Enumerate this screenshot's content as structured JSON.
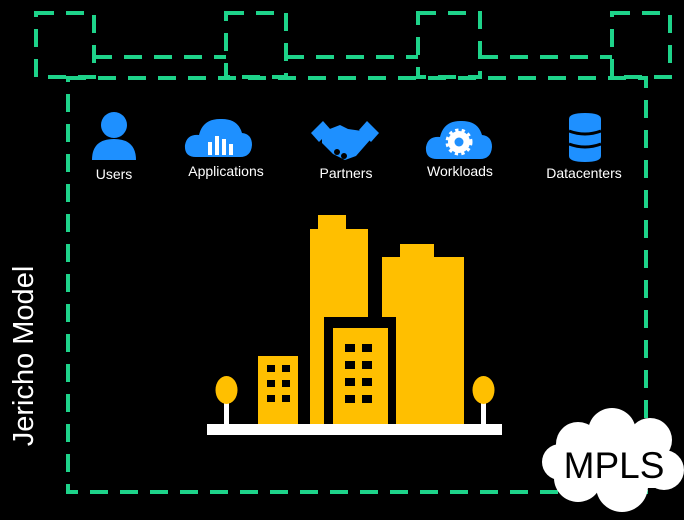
{
  "title": "Jericho Model",
  "resources": [
    {
      "label": "Users",
      "icon": "user-icon"
    },
    {
      "label": "Applications",
      "icon": "cloud-chart-icon"
    },
    {
      "label": "Partners",
      "icon": "handshake-icon"
    },
    {
      "label": "Workloads",
      "icon": "cloud-gear-icon"
    },
    {
      "label": "Datacenters",
      "icon": "database-icon"
    }
  ],
  "network": {
    "label": "MPLS"
  },
  "colors": {
    "background": "#000000",
    "boundary": "#1ed38a",
    "icon": "#1e90ff",
    "building": "#ffbf00",
    "cloud": "#ffffff"
  }
}
